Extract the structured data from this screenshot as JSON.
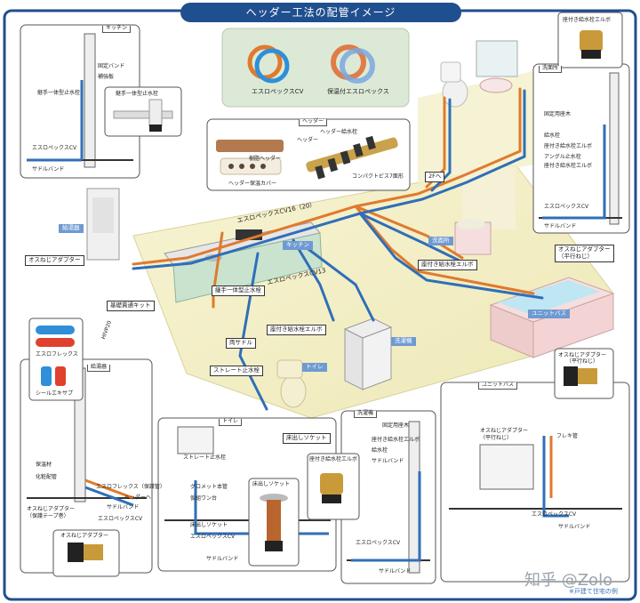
{
  "header": {
    "title": "ヘッダー工法の配管イメージ"
  },
  "legend": {
    "pipe_cv": "エスロペックスCV",
    "pipe_insulated": "保温付エスロペックス",
    "colors": {
      "hot": "#e07a2e",
      "cold": "#2f6fb8",
      "frame": "#1f4f8f",
      "floor": "#f3f0c8"
    }
  },
  "header_box": {
    "title": "ヘッダー",
    "header_fitting": "ヘッダー給水栓",
    "header_body": "ヘッダー",
    "compact_bis": "コンパクトビス7面形",
    "wood_header": "樹脂ヘッダー",
    "header_cover": "ヘッダー保温カバー"
  },
  "main": {
    "pipe_cv16": "エスロペックスCV16（20）",
    "pipe_cv13": "エスロペックスCV13",
    "to_2f": "2Fへ",
    "joint_faucet_elbow_1": "座付き給水栓エルボ",
    "joint_faucet_elbow_2": "座付き給水栓エルボ",
    "joint_socket": "床出しソケット",
    "straight_stop": "ストレート止水栓",
    "saddle": "両サドル",
    "joint_stop": "継手一体型止水栓",
    "joint_stop_2": "継手一体型止水栓",
    "water_heater_set": "基礎貫通キット",
    "hkpp": "HIVP20",
    "male_adapter": "オスねじアダプター",
    "male_adapter_right": "オスねじアダプター",
    "male_adapter_right_sub": "（平行ねじ）"
  },
  "rooms": {
    "water_heater": "給湯器",
    "kitchen": "キッチン",
    "washroom": "洗面所",
    "unit_bath": "ユニットバス",
    "toilet": "トイレ",
    "laundry": "洗濯機"
  },
  "panel_kitchen": {
    "title": "キッチン",
    "l1": "固定バンド",
    "l2": "補強板",
    "l3": "継手一体型止水栓",
    "l4": "エスロペックスCV",
    "l5": "サドルバンド",
    "callout": "継手一体型止水栓"
  },
  "panel_wash": {
    "title": "洗面所",
    "l1": "固定用座木",
    "l2": "給水栓",
    "l3": "座付き給水栓エルボ",
    "l4": "アングル止水栓",
    "l5": "座付き給水栓エルボ",
    "l6": "エスロペックスCV",
    "l7": "サドルバンド"
  },
  "panel_heater": {
    "title": "給湯器",
    "l1": "保温材",
    "l2": "化粧配管",
    "l3": "エスロフレックス（保護管）",
    "l4": "ヘッダーへ",
    "l5": "サドルバンド",
    "l6": "エスロペックスCV",
    "l7": "オスねじアダプター",
    "l8": "（保護テープ巻）",
    "callout": "オスねじアダプター"
  },
  "panel_flex": {
    "item1": "エスロフレックス",
    "item2": "シールエキサプ"
  },
  "panel_toilet": {
    "title": "トイレ",
    "l1": "ストレート止水栓",
    "l2": "グロメット本管",
    "l3": "仮組ワン台",
    "l4": "床出しソケット",
    "l5": "エスロペックスCV",
    "l6": "サドルバンド",
    "callout": "床出しソケット"
  },
  "panel_laundry": {
    "title": "洗濯機",
    "l1": "固定用座木",
    "l2": "座付き給水栓エルボ",
    "l3": "給水栓",
    "l4": "サドルバンド",
    "l5": "エスロペックスCV",
    "l6": "サドルバンド",
    "callout": "座付き給水栓エルボ"
  },
  "panel_bath": {
    "title": "ユニットバス",
    "l1": "オスねじアダプター",
    "l2": "（平行ねじ）",
    "l3": "フレキ管",
    "l4": "エスロペックスCV",
    "l5": "サドルバンド"
  },
  "callout_top_right": "座付き給水栓エルボ",
  "callout_bath": {
    "line1": "オスねじアダプター",
    "line2": "（平行ねじ）"
  },
  "footer": {
    "watermark": "知乎 @Zolo",
    "note": "※戸建て住宅の例"
  }
}
